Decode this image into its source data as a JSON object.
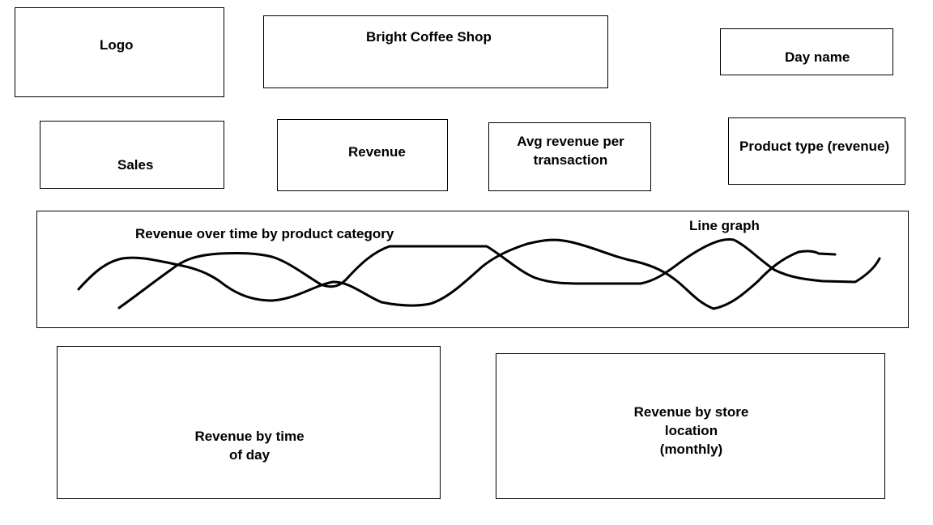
{
  "header": {
    "logo_label": "Logo",
    "title": "Bright Coffee Shop",
    "day_name_label": "Day name"
  },
  "kpis": {
    "sales_label": "Sales",
    "revenue_label": "Revenue",
    "avg_revenue_label_line1": "Avg revenue per",
    "avg_revenue_label_line2": "transaction",
    "product_type_label": "Product type (revenue)"
  },
  "line_chart": {
    "title": "Revenue over time by product category",
    "type_label": "Line graph"
  },
  "bottom": {
    "time_of_day_line1": "Revenue by time",
    "time_of_day_line2": "of day",
    "store_location_line1": "Revenue by store",
    "store_location_line2": "location",
    "store_location_line3": "(monthly)"
  },
  "colors": {
    "stroke": "#000000",
    "background": "#ffffff"
  }
}
